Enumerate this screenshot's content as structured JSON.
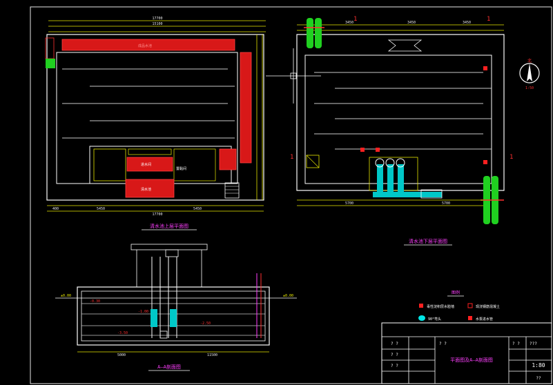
{
  "plan_top": {
    "title": "清水池上层平面图",
    "dims_top": [
      "17700",
      "15100"
    ],
    "dims_bottom": [
      "400",
      "5450",
      "5450",
      "17700"
    ],
    "labels": [
      "成品水池",
      "进水间",
      "置黏间",
      "清水池"
    ]
  },
  "plan_bottom": {
    "title": "清水池下层平面图",
    "dims_top": [
      "3450",
      "3450",
      "3450"
    ],
    "dims_bottom": [
      "5700",
      "5700"
    ],
    "section_marks": [
      "1",
      "1",
      "1",
      "1"
    ]
  },
  "north": {
    "label": "北",
    "sub": "1:50"
  },
  "section": {
    "title": "A—A剖面图",
    "level_labels": [
      "±0.00",
      "-0.30",
      "-1.00",
      "-2.50",
      "-3.50",
      "±0.00"
    ],
    "dims": [
      "5000",
      "11500"
    ]
  },
  "legend": {
    "title": "图例",
    "items": [
      {
        "label": "毒性淀积层水脸墙",
        "color": "#ff2020"
      },
      {
        "label": "现浇钢筋混凝土",
        "color": "#ff2020"
      },
      {
        "label": "90°弯头",
        "color": "#00e5e5"
      },
      {
        "label": "水泵进水管",
        "color": "#ff2020"
      }
    ]
  },
  "title_block": {
    "drawing_title": "平面图及A—A剖面图",
    "scale": "1:80",
    "sheet": "??",
    "placeholders": [
      "? ?",
      "? ?",
      "? ?",
      "? ?",
      "? ?",
      "???"
    ]
  },
  "colors": {
    "background": "#000000",
    "wall": "#ffffff",
    "dim": "#e8e800",
    "hatch": "#ff2020",
    "pipe_cyan": "#00e5e5",
    "pipe_green": "#20d020",
    "text_magenta": "#ff40ff"
  }
}
